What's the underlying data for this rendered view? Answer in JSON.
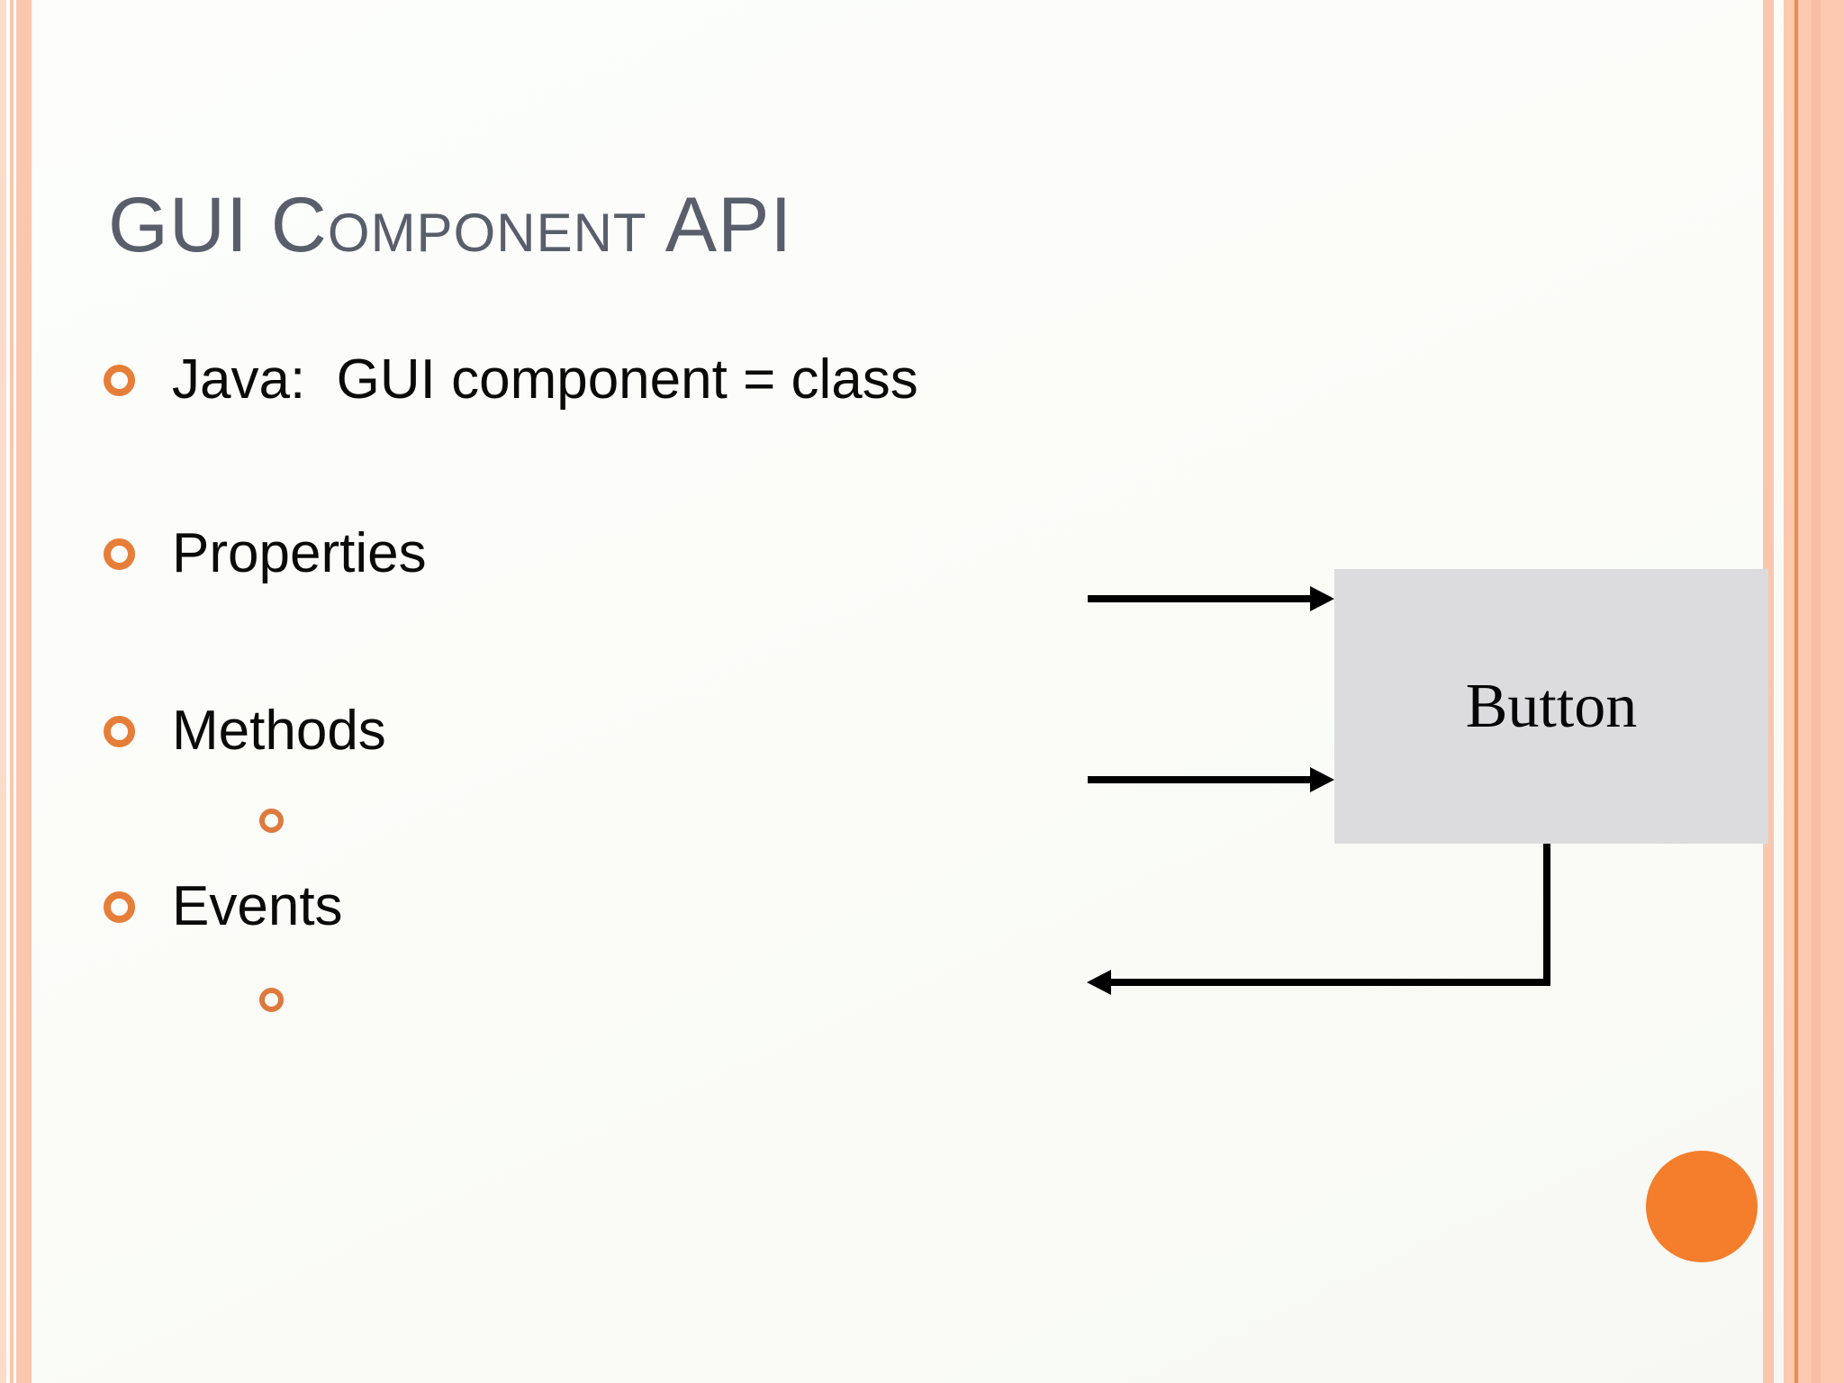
{
  "slide": {
    "title": "GUI Component API",
    "bullets": [
      {
        "label": "Java:  GUI component = class",
        "level": 1
      },
      {
        "label": "Properties",
        "level": 1
      },
      {
        "label": "Methods",
        "level": 1
      },
      {
        "label": "",
        "level": 2
      },
      {
        "label": "Events",
        "level": 1
      },
      {
        "label": "",
        "level": 2
      }
    ],
    "diagram": {
      "box_label": "Button",
      "box_fill": "#dcdcde",
      "arrow_color": "#000000",
      "arrows": [
        {
          "direction": "right",
          "into_box": true
        },
        {
          "direction": "right",
          "into_box": true
        },
        {
          "direction": "left",
          "out_of_box": true
        }
      ]
    },
    "colors": {
      "title_text": "#595e6c",
      "body_text": "#0a0a0a",
      "bullet_ring": "#e67e39",
      "accent_circle": "#f57e2c",
      "border_salmon": "#f9c7ad",
      "border_salmon_pale": "#fbdcca",
      "border_orange_line": "#ef8a4a"
    }
  }
}
